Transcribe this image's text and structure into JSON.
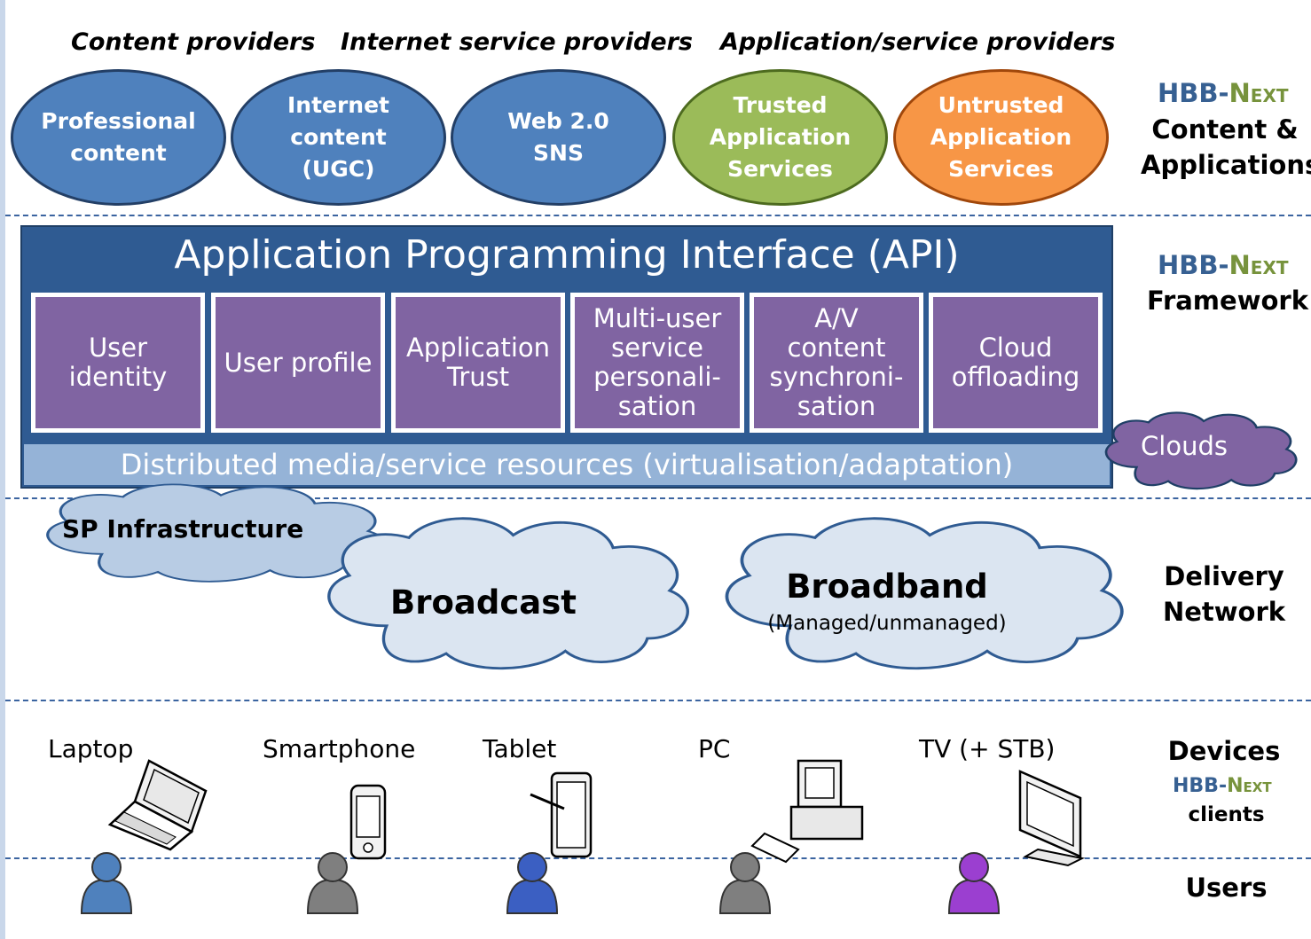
{
  "provider_headers": [
    "Content providers",
    "Internet service providers",
    "Application/service providers"
  ],
  "ovals": [
    {
      "label": "Professional\ncontent",
      "color": "#4f81bd"
    },
    {
      "label": "Internet\ncontent\n(UGC)",
      "color": "#4f81bd"
    },
    {
      "label": "Web 2.0\nSNS",
      "color": "#4f81bd"
    },
    {
      "label": "Trusted\nApplication\nServices",
      "color": "#9bbb59"
    },
    {
      "label": "Untrusted\nApplication\nServices",
      "color": "#f79646"
    }
  ],
  "brand": {
    "part1": "HBB-",
    "part2": "Next"
  },
  "layers": {
    "content": "Content &\nApplications",
    "framework": "Framework",
    "delivery": "Delivery\nNetwork",
    "devices": "Devices",
    "clients": "clients",
    "users": "Users"
  },
  "api": {
    "title": "Application Programming Interface (API)",
    "modules": [
      "User\nidentity",
      "User profile",
      "Application\nTrust",
      "Multi-user\nservice\npersonali-\nsation",
      "A/V\ncontent\nsynchroni-\nsation",
      "Cloud\noffloading"
    ],
    "distributed": "Distributed media/service resources (virtualisation/adaptation)"
  },
  "clouds": {
    "clouds": "Clouds",
    "sp": "SP Infrastructure",
    "broadcast": "Broadcast",
    "broadband": "Broadband",
    "broadband_sub": "(Managed/unmanaged)"
  },
  "devices": [
    "Laptop",
    "Smartphone",
    "Tablet",
    "PC",
    "TV (+ STB)"
  ],
  "user_colors": [
    "#4f81bd",
    "#7f7f7f",
    "#3b5fc2",
    "#7f7f7f",
    "#9b3fd0"
  ]
}
